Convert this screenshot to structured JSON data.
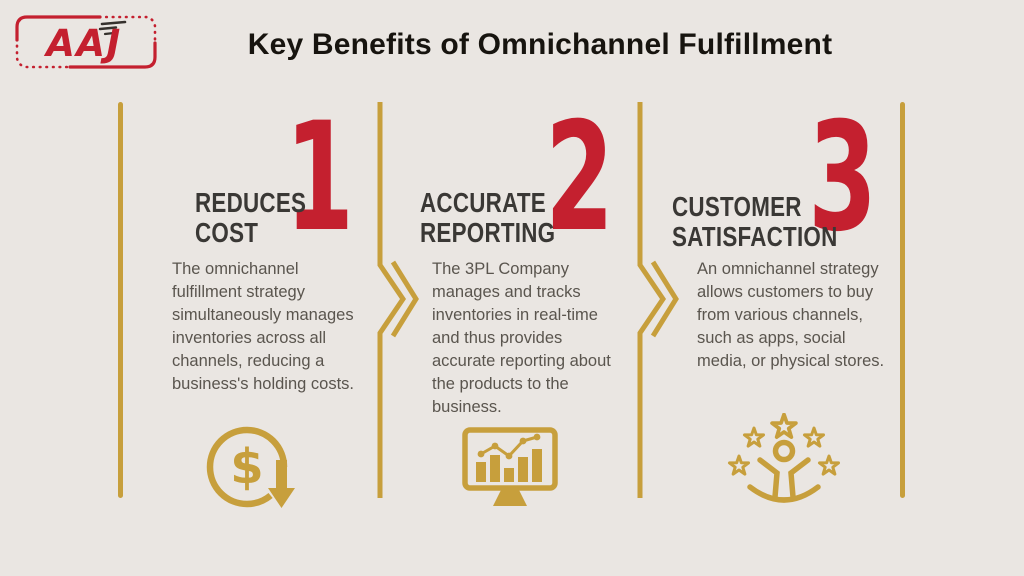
{
  "header": {
    "logo_text": "AAJ",
    "title": "Key Benefits of Omnichannel Fulfillment"
  },
  "colors": {
    "background": "#EAE6E2",
    "gold": "#C79F3C",
    "red": "#C4202F",
    "heading_text": "#3A3835",
    "body_text": "#5A554E",
    "title_text": "#17140F"
  },
  "columns": [
    {
      "number": "1",
      "title": "REDUCES COST",
      "description": "The omnichannel fulfillment strategy simultaneously manages inventories across all channels, reducing a business's holding costs.",
      "icon": "dollar-decrease-icon"
    },
    {
      "number": "2",
      "title": "ACCURATE REPORTING",
      "description": "The 3PL Company manages and tracks inventories in real-time and thus provides accurate reporting about the products to the business.",
      "icon": "analytics-monitor-icon"
    },
    {
      "number": "3",
      "title": "CUSTOMER SATISFACTION",
      "description": "An omnichannel strategy allows customers to buy from various channels, such as apps, social media, or physical stores.",
      "icon": "customer-stars-icon"
    }
  ],
  "icons": {
    "dollar_glyph": "$"
  }
}
